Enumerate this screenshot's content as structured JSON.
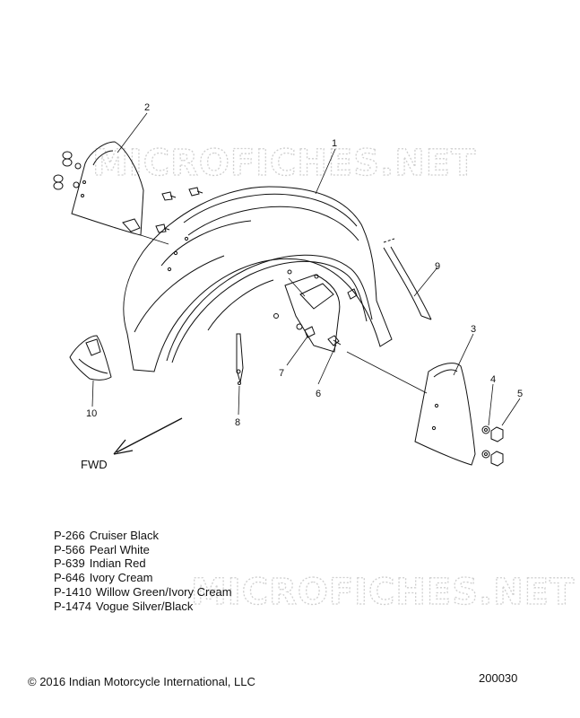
{
  "watermark": {
    "text": "MICROFICHES.NET"
  },
  "callouts": [
    {
      "number": "1"
    },
    {
      "number": "2"
    },
    {
      "number": "3"
    },
    {
      "number": "4"
    },
    {
      "number": "5"
    },
    {
      "number": "6"
    },
    {
      "number": "7"
    },
    {
      "number": "8"
    },
    {
      "number": "9"
    },
    {
      "number": "10"
    }
  ],
  "direction_label": "FWD",
  "color_options": [
    {
      "code": "P-266",
      "name": "Cruiser Black"
    },
    {
      "code": "P-566",
      "name": "Pearl White"
    },
    {
      "code": "P-639",
      "name": "Indian Red"
    },
    {
      "code": "P-646",
      "name": "Ivory Cream"
    },
    {
      "code": "P-1410",
      "name": "Willow Green/Ivory Cream"
    },
    {
      "code": "P-1474",
      "name": "Vogue Silver/Black"
    }
  ],
  "footer": {
    "copyright": "© 2016 Indian Motorcycle International, LLC",
    "drawing_number": "200030"
  },
  "colors": {
    "line": "#111111",
    "watermark": "#cfcfcf",
    "background": "#ffffff"
  }
}
